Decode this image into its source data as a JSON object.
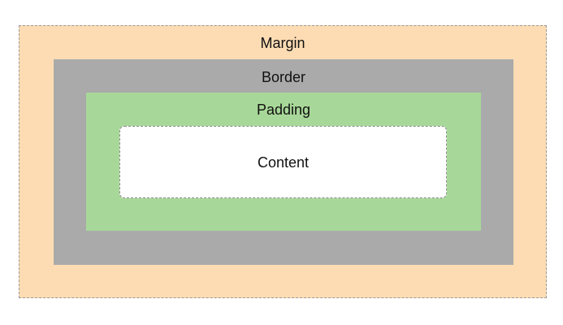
{
  "layers": {
    "margin": {
      "label": "Margin",
      "color": "#fddcb3"
    },
    "border": {
      "label": "Border",
      "color": "#aaaaaa"
    },
    "padding": {
      "label": "Padding",
      "color": "#a8d899"
    },
    "content": {
      "label": "Content",
      "color": "#ffffff"
    }
  }
}
